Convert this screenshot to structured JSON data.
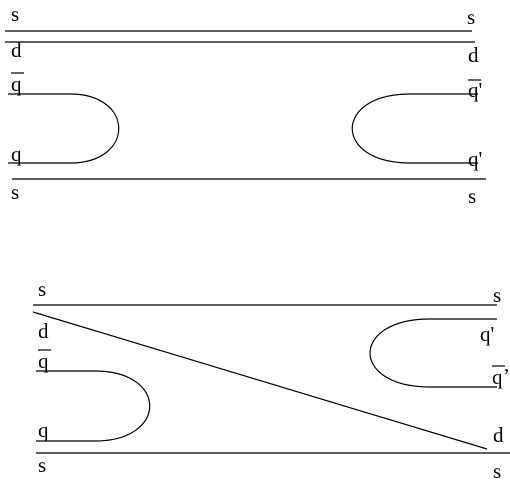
{
  "diagrams": [
    {
      "labels_left": [
        "s",
        "d",
        "q",
        "q",
        "s"
      ],
      "labels_right": [
        "s",
        "d",
        "q'",
        "q'",
        "s"
      ],
      "overlined": {
        "left": [
          2
        ],
        "right": [
          2
        ]
      }
    },
    {
      "labels_left": [
        "s",
        "d",
        "q",
        "q",
        "s"
      ],
      "labels_right": [
        "s",
        "q'",
        "q",
        "d",
        "s"
      ],
      "right_extra_prime": ",",
      "overlined": {
        "left": [
          2
        ],
        "right": [
          2
        ]
      }
    }
  ],
  "colors": {
    "ink": "#000000",
    "background": "#ffffff"
  }
}
